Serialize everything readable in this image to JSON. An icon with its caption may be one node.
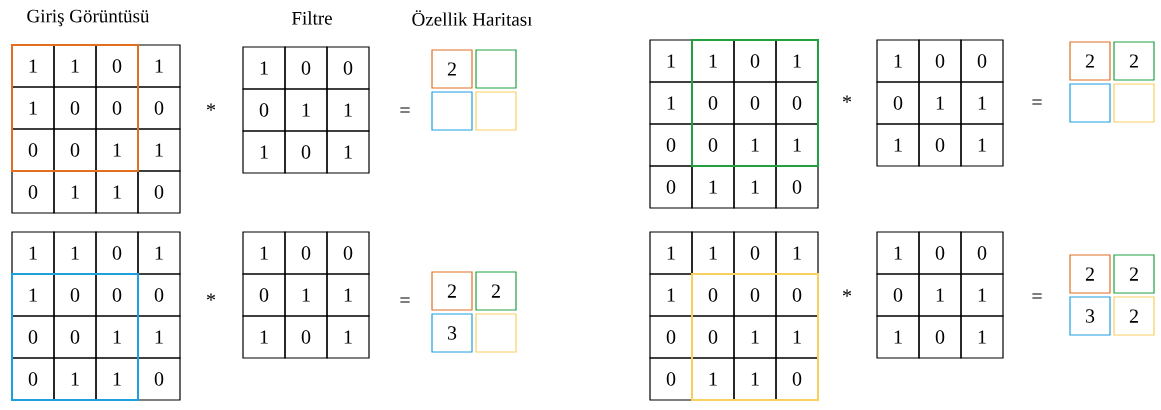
{
  "diagram": {
    "nodes": [
      {
        "text": [
          "1"
        ]
      },
      {
        "text": [
          "1"
        ]
      },
      {
        "text": [
          "0"
        ]
      },
      {
        "text": [
          "1"
        ]
      },
      {
        "text": [
          "1"
        ]
      },
      {
        "text": [
          "0"
        ]
      },
      {
        "text": [
          "0"
        ]
      },
      {
        "text": [
          "0"
        ]
      },
      {
        "text": [
          "0"
        ]
      },
      {
        "text": [
          "0"
        ]
      },
      {
        "text": [
          "1"
        ]
      },
      {
        "text": [
          "1"
        ]
      },
      {
        "text": [
          "0"
        ]
      },
      {
        "text": [
          "1"
        ]
      },
      {
        "text": [
          "1"
        ]
      },
      {
        "text": [
          "0"
        ]
      },
      {
        "text": [
          "1"
        ]
      },
      {
        "text": [
          "0"
        ]
      },
      {
        "text": [
          "0"
        ]
      },
      {
        "text": [
          "0"
        ]
      },
      {
        "text": [
          "1"
        ]
      },
      {
        "text": [
          "1"
        ]
      },
      {
        "text": [
          "1"
        ]
      },
      {
        "text": [
          "0"
        ]
      },
      {
        "text": [
          "1"
        ]
      },
      {
        "text": [
          "2"
        ]
      },
      {
        "text": [],
        "shape": "box"
      },
      {
        "text": [],
        "shape": "box"
      },
      {
        "text": [],
        "shape": "box"
      },
      {
        "text": [
          "1"
        ]
      },
      {
        "text": [
          "1"
        ]
      },
      {
        "text": [
          "0"
        ]
      },
      {
        "text": [
          "1"
        ]
      },
      {
        "text": [
          "1"
        ]
      },
      {
        "text": [
          "0"
        ]
      },
      {
        "text": [
          "0"
        ]
      },
      {
        "text": [
          "0"
        ]
      },
      {
        "text": [
          "0"
        ]
      },
      {
        "text": [
          "0"
        ]
      },
      {
        "text": [
          "1"
        ]
      },
      {
        "text": [
          "1"
        ]
      },
      {
        "text": [
          "0"
        ]
      },
      {
        "text": [
          "1"
        ]
      },
      {
        "text": [
          "1"
        ]
      },
      {
        "text": [
          "0"
        ]
      },
      {
        "text": [
          "1"
        ]
      },
      {
        "text": [
          "0"
        ]
      },
      {
        "text": [
          "0"
        ]
      },
      {
        "text": [
          "0"
        ]
      },
      {
        "text": [
          "1"
        ]
      },
      {
        "text": [
          "1"
        ]
      },
      {
        "text": [
          "1"
        ]
      },
      {
        "text": [
          "0"
        ]
      },
      {
        "text": [
          "1"
        ]
      },
      {
        "text": [
          "2"
        ]
      },
      {
        "text": [
          "2"
        ]
      },
      {
        "text": [],
        "shape": "box"
      },
      {
        "text": [],
        "shape": "box"
      },
      {
        "text": [
          "1"
        ]
      },
      {
        "text": [
          "1"
        ]
      },
      {
        "text": [
          "0"
        ]
      },
      {
        "text": [
          "1"
        ]
      },
      {
        "text": [
          "1"
        ]
      },
      {
        "text": [
          "0"
        ]
      },
      {
        "text": [
          "0"
        ]
      },
      {
        "text": [
          "0"
        ]
      },
      {
        "text": [
          "0"
        ]
      },
      {
        "text": [
          "0"
        ]
      },
      {
        "text": [
          "1"
        ]
      },
      {
        "text": [
          "1"
        ]
      },
      {
        "text": [
          "0"
        ]
      },
      {
        "text": [
          "1"
        ]
      },
      {
        "text": [
          "1"
        ]
      },
      {
        "text": [
          "0"
        ]
      },
      {
        "text": [
          "1"
        ]
      },
      {
        "text": [
          "0"
        ]
      },
      {
        "text": [
          "0"
        ]
      },
      {
        "text": [
          "0"
        ]
      },
      {
        "text": [
          "1"
        ]
      },
      {
        "text": [
          "1"
        ]
      },
      {
        "text": [
          "1"
        ]
      },
      {
        "text": [
          "0"
        ]
      },
      {
        "text": [
          "1"
        ]
      },
      {
        "text": [
          "2"
        ]
      },
      {
        "text": [
          "2"
        ]
      },
      {
        "text": [
          "3"
        ]
      },
      {
        "text": [],
        "shape": "box"
      },
      {
        "text": [
          "1"
        ]
      },
      {
        "text": [
          "1"
        ]
      },
      {
        "text": [
          "0"
        ]
      },
      {
        "text": [
          "1"
        ]
      },
      {
        "text": [
          "1"
        ]
      },
      {
        "text": [
          "0"
        ]
      },
      {
        "text": [
          "0"
        ]
      },
      {
        "text": [
          "0"
        ]
      },
      {
        "text": [
          "0"
        ]
      },
      {
        "text": [
          "0"
        ]
      },
      {
        "text": [
          "1"
        ]
      },
      {
        "text": [
          "1"
        ]
      },
      {
        "text": [
          "0"
        ]
      },
      {
        "text": [
          "1"
        ]
      },
      {
        "text": [
          "1"
        ]
      },
      {
        "text": [
          "0"
        ]
      },
      {
        "text": [
          "1"
        ]
      },
      {
        "text": [
          "0"
        ]
      },
      {
        "text": [
          "0"
        ]
      },
      {
        "text": [
          "0"
        ]
      },
      {
        "text": [
          "1"
        ]
      },
      {
        "text": [
          "1"
        ]
      },
      {
        "text": [
          "1"
        ]
      },
      {
        "text": [
          "0"
        ]
      },
      {
        "text": [
          "1"
        ]
      },
      {
        "text": [
          "2"
        ]
      },
      {
        "text": [
          "2"
        ]
      },
      {
        "text": [
          "3"
        ]
      },
      {
        "text": [
          "2"
        ]
      }
    ],
    "labels": [
      "Giriş Görüntüsü",
      "Filtre",
      "Özellik Haritası",
      "*",
      "=",
      "*",
      "=",
      "*",
      "=",
      "*",
      "="
    ]
  }
}
